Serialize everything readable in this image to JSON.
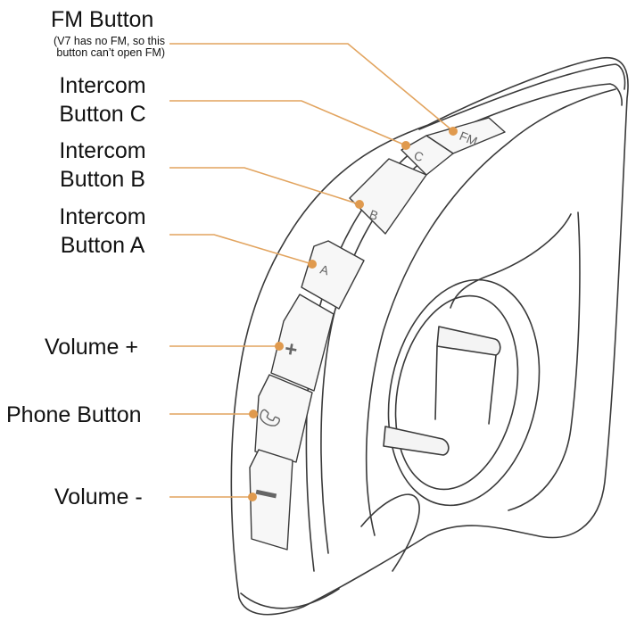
{
  "labels": {
    "fm": {
      "title": "FM Button",
      "note_line1": "(V7 has no FM, so this",
      "note_line2": "button can’t open FM)"
    },
    "intercom_c": {
      "line1": "Intercom",
      "line2": "Button C"
    },
    "intercom_b": {
      "line1": "Intercom",
      "line2": "Button B"
    },
    "intercom_a": {
      "line1": "Intercom",
      "line2": "Button A"
    },
    "volume_up": "Volume +",
    "phone": "Phone Button",
    "volume_down": "Volume -"
  },
  "device_buttons": {
    "fm": "FM",
    "c": "C",
    "b": "B",
    "a": "A",
    "plus": "+"
  },
  "icons": [
    "phone-icon",
    "minus-icon"
  ],
  "colors": {
    "leader_line": "#E2A45F",
    "leader_dot": "#E09A4E",
    "device_outline": "#3a3a3a",
    "text": "#111111"
  }
}
